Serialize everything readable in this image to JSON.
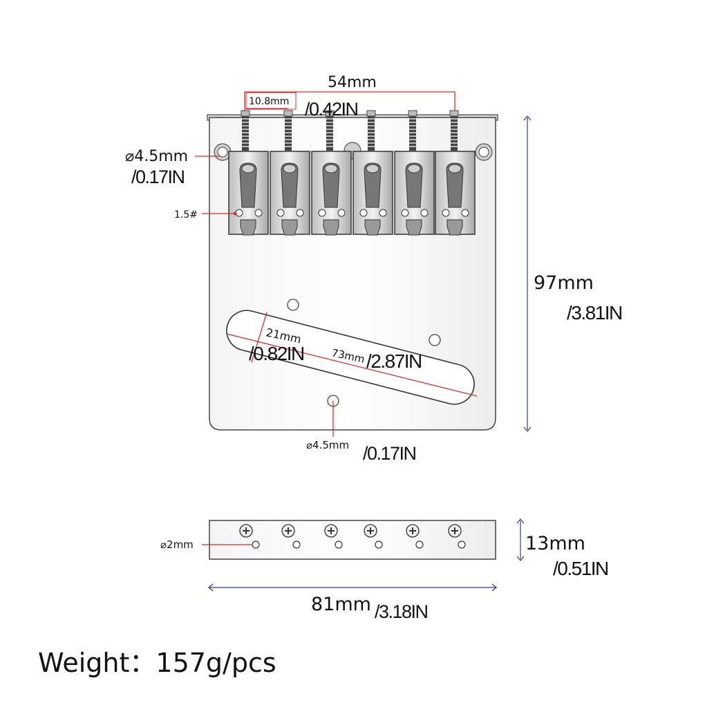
{
  "labels": {
    "width_54": "54mm",
    "spacing_mm": "10.8mm",
    "spacing_in": "/0.42IN",
    "mount_hole_mm": "⌀4.5mm",
    "mount_hole_in": "/0.17IN",
    "screw_size": "1.5#",
    "height_mm": "97mm",
    "height_in": "/3.81IN",
    "slot_width_mm": "21mm",
    "slot_width_in": "/0.82IN",
    "slot_length_mm": "73mm",
    "slot_length_in": "/2.87IN",
    "bottom_hole_mm": "⌀4.5mm",
    "bottom_hole_in": "/0.17IN",
    "side_hole_mm": "⌀2mm",
    "thickness_mm": "13mm",
    "thickness_in": "/0.51IN",
    "total_width_mm": "81mm",
    "total_width_in": "/3.18IN"
  },
  "weight": "Weight：157g/pcs",
  "colors": {
    "outline": "#444444",
    "dimension_red": "#d32f2f",
    "dimension_blue": "#2b3a8c",
    "metal_light": "#e6e6e6",
    "metal_dark": "#555555"
  }
}
